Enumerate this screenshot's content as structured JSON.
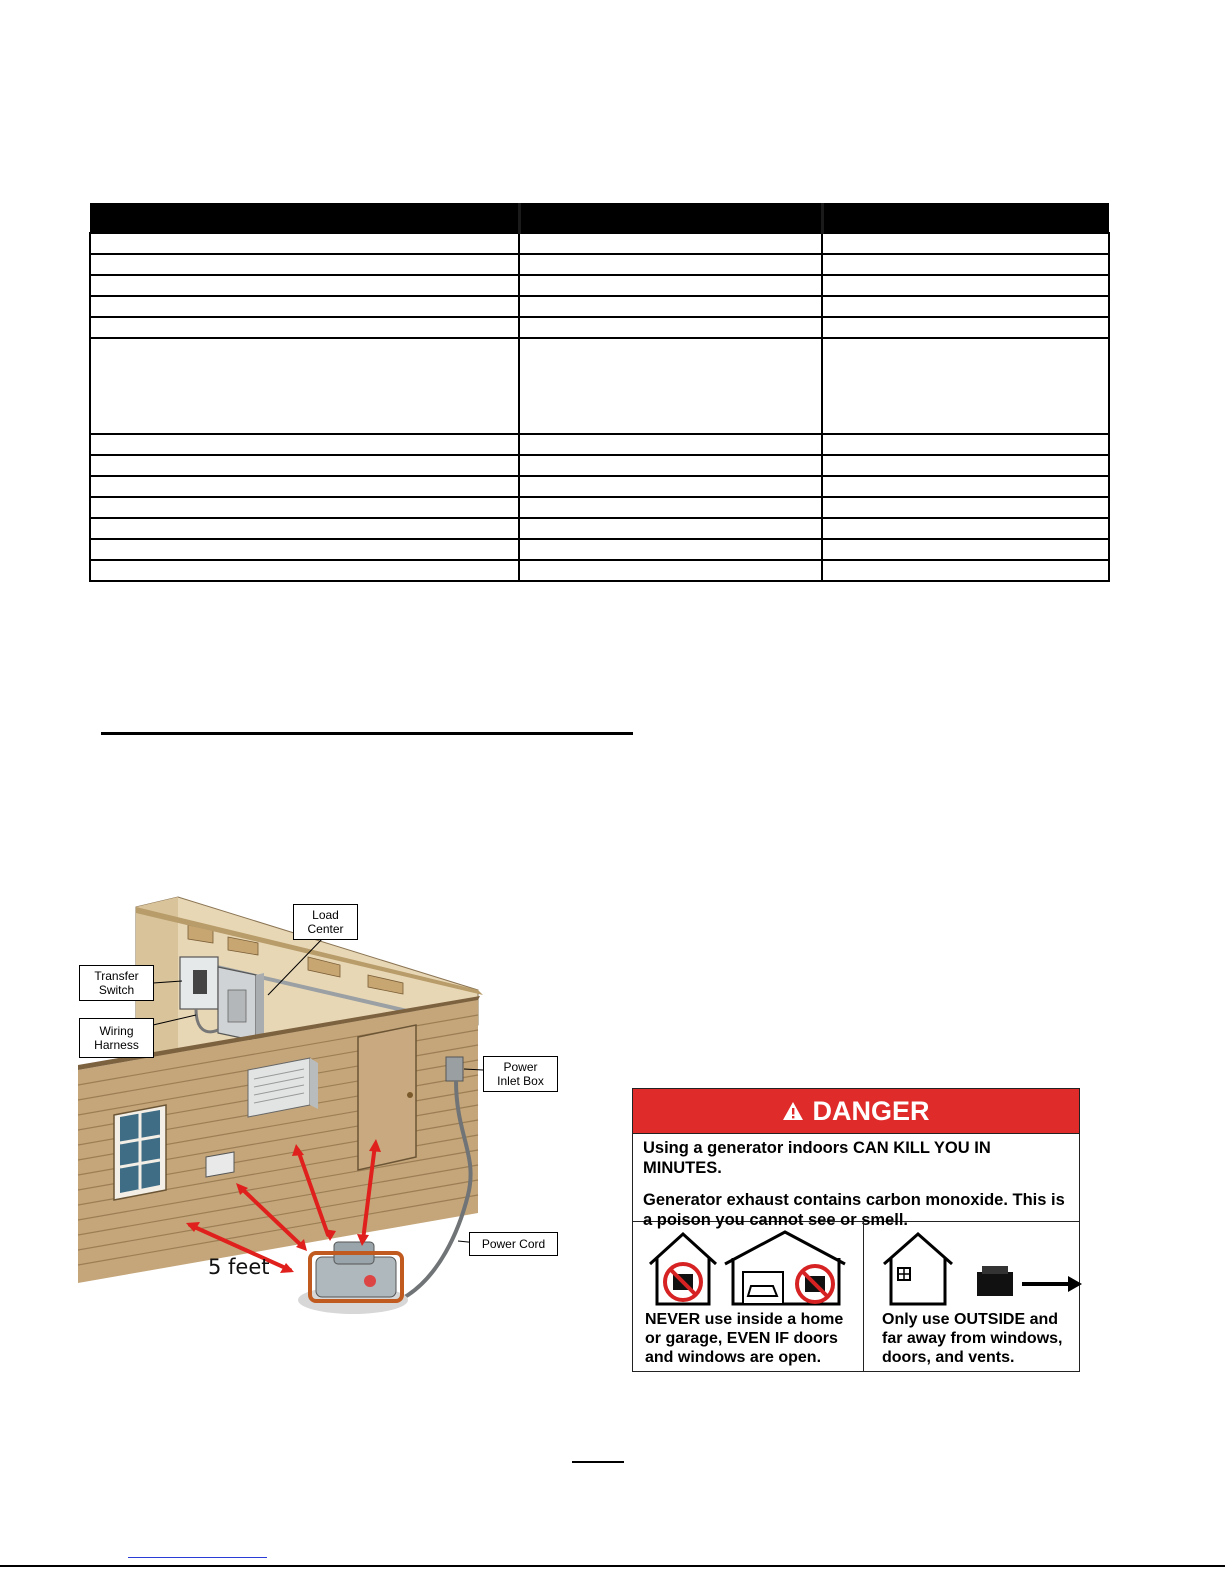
{
  "table": {
    "headers": [
      "",
      "",
      ""
    ],
    "rows": [
      [
        "",
        "",
        ""
      ],
      [
        "",
        "",
        ""
      ],
      [
        "",
        "",
        ""
      ],
      [
        "",
        "",
        ""
      ],
      [
        "",
        "",
        ""
      ],
      [
        "",
        "",
        ""
      ],
      [
        "",
        "",
        ""
      ],
      [
        "",
        "",
        ""
      ],
      [
        "",
        "",
        ""
      ],
      [
        "",
        "",
        ""
      ],
      [
        "",
        "",
        ""
      ],
      [
        "",
        "",
        ""
      ],
      [
        "",
        "",
        ""
      ]
    ]
  },
  "illustration": {
    "labels": {
      "load_center": "Load\nCenter",
      "transfer_switch": "Transfer\nSwitch",
      "wiring_harness": "Wiring\nHarness",
      "power_inlet_box": "Power\nInlet Box",
      "power_cord": "Power Cord"
    },
    "distance": "5 feet"
  },
  "danger_label": {
    "title": "DANGER",
    "line1": "Using a generator indoors CAN KILL YOU IN MINUTES.",
    "line2": "Generator exhaust contains carbon monoxide.  This is a poison you cannot see or smell.",
    "never": "NEVER use inside a home\nor garage, EVEN IF doors\nand windows are open.",
    "only": "Only use OUTSIDE and\nfar away from windows,\ndoors, and vents.",
    "colors": {
      "header": "#e02b2b",
      "prohibit": "#d62222"
    }
  }
}
